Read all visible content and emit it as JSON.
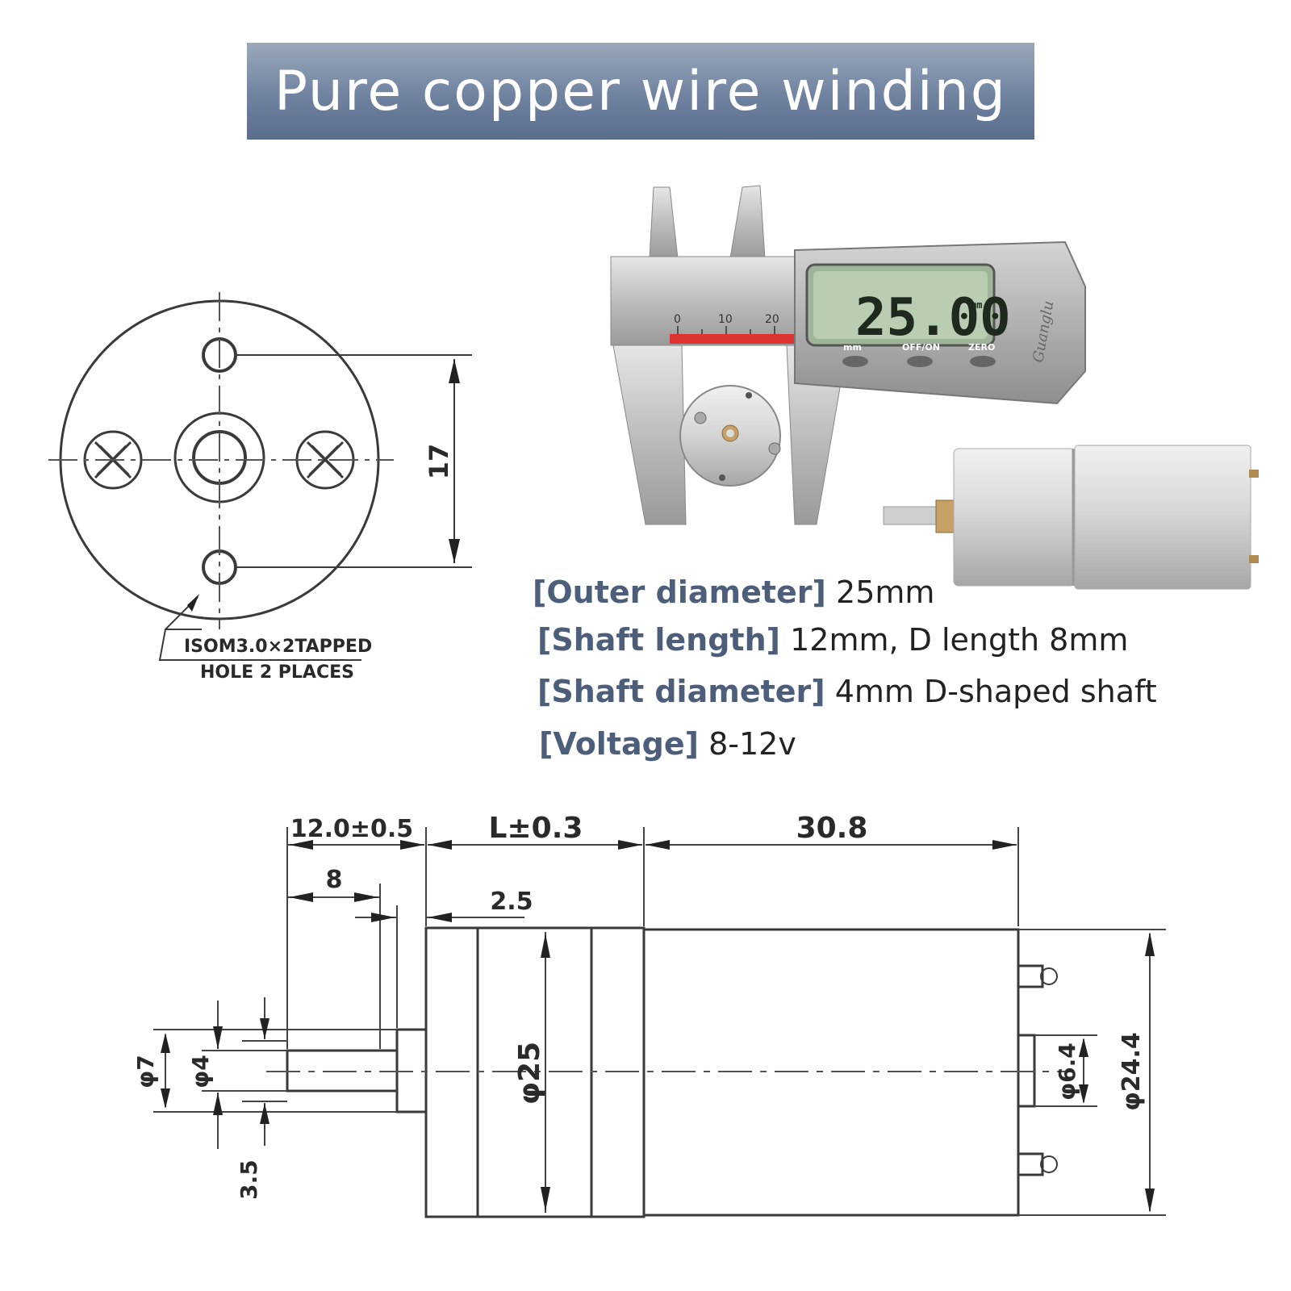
{
  "banner": {
    "title": "Pure copper wire winding"
  },
  "front_view": {
    "dimension": "17",
    "note_line1": "ISOM3.0×2TAPPED",
    "note_line2": "HOLE 2 PLACES"
  },
  "caliper": {
    "reading": "25.00",
    "unit": "mm",
    "scale_labels": [
      "0",
      "10",
      "20"
    ],
    "buttons": [
      "mm",
      "OFF/ON",
      "ZERO"
    ],
    "brand": "Guanglu"
  },
  "specs": [
    {
      "key": "[Outer diameter]",
      "value": "25mm"
    },
    {
      "key": "[Shaft length]",
      "value": "12mm, D length 8mm"
    },
    {
      "key": "[Shaft diameter]",
      "value": "4mm D-shaped shaft"
    },
    {
      "key": "[Voltage]",
      "value": "8-12v"
    }
  ],
  "side_view": {
    "dim_shaft": "12.0±0.5",
    "dim_gearbox": "L±0.3",
    "dim_motor": "30.8",
    "dim_d_length": "8",
    "dim_step": "2.5",
    "dia_gearbox": "φ25",
    "dia_boss": "φ7",
    "dia_shaft": "φ4",
    "dim_flat": "3.5",
    "dia_rear_boss": "φ6.4",
    "dia_motor": "φ24.4"
  }
}
